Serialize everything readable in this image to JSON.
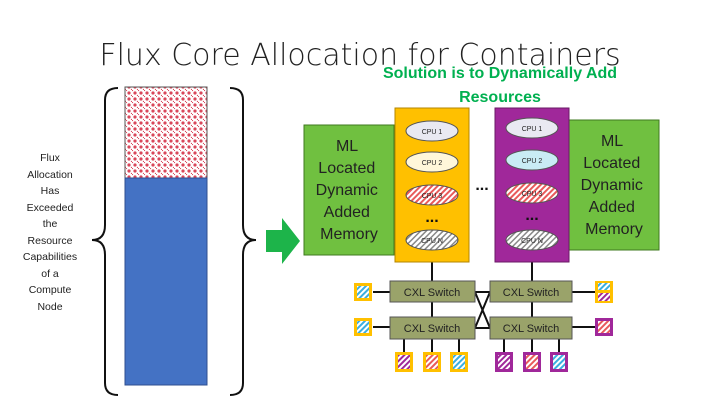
{
  "title": "Flux Core Allocation for Containers",
  "subtitle": "Solution is to Dynamically Add Resources",
  "side_label": "Flux Allocation Has Exceeded the Resource Capabilities of a Compute Node",
  "ml_memory_left": [
    "ML",
    "Located",
    "Dynamic",
    "Added",
    "Memory"
  ],
  "ml_memory_right": [
    "ML",
    "Located",
    "Dynamic",
    "Added",
    "Memory"
  ],
  "left_node_cpus": [
    "CPU 1",
    "CPU 2",
    "CPU 3",
    "CPU N"
  ],
  "right_node_cpus": [
    "CPU 1",
    "CPU 2",
    "CPU 3",
    "CPU N"
  ],
  "ellipsis": "...",
  "switches": [
    "CXL Switch",
    "CXL Switch",
    "CXL Switch",
    "CXL Switch"
  ],
  "colors": {
    "bar_used": "#4472c4",
    "bar_overflow": "#d9475a",
    "ml_box": "#70c040",
    "left_node": "#ffc000",
    "right_node": "#a0289a",
    "switch": "#9aa36a",
    "arrow": "#1db44a",
    "subtitle": "#00b050"
  }
}
